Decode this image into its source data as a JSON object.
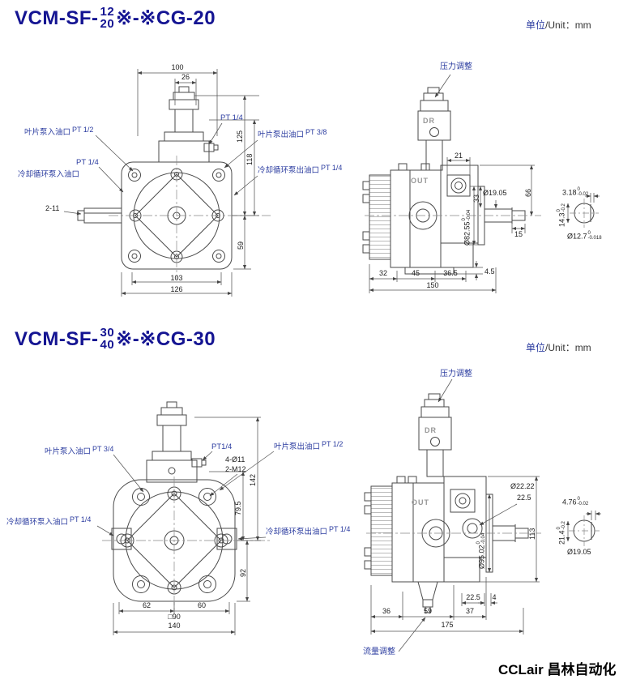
{
  "page": {
    "footer": "CCLair 昌林自动化"
  },
  "s1": {
    "title": {
      "prefix": "VCM-SF-",
      "frac_top": "12",
      "frac_bottom": "20",
      "suffix": "※-※CG-20"
    },
    "unit": {
      "zh": "单位",
      "rest": "/Unit：mm"
    },
    "front": {
      "pt14_valve": "PT 1/4",
      "inlet": "叶片泵入油口",
      "inlet_pt": "PT 1/2",
      "outlet": "叶片泵出油口",
      "outlet_pt": "PT 3/8",
      "cool_in": "冷却循环泵入油口",
      "cool_in_pt": "PT 1/4",
      "cool_out": "冷却循环泵出油口",
      "cool_out_pt": "PT 1/4",
      "holes": "2-11",
      "d100": "100",
      "d26": "26",
      "d125": "125",
      "d118": "118",
      "d59": "59",
      "d103": "103",
      "d126": "126"
    },
    "side": {
      "pressure_adjust": "压力调整",
      "dr": "DR",
      "out": "OUT",
      "d21": "21",
      "d66": "66",
      "d33": "33",
      "shaft_dia": "Ø19.05",
      "spigot_dia": "Ø82.55",
      "spigot_tol": "0\n-0.04",
      "d15": "15",
      "d4_5": "4.5",
      "d32": "32",
      "d45": "45",
      "d36_5": "36.5",
      "d150": "150"
    },
    "shaft_detail": {
      "key_w": "3.18",
      "key_w_tol": "0\n-0.02",
      "key_h": "14.3",
      "key_h_tol": "0\n-0.2",
      "dia": "Ø12.7",
      "dia_tol": "0\n-0.018"
    }
  },
  "s2": {
    "title": {
      "prefix": "VCM-SF-",
      "frac_top": "30",
      "frac_bottom": "40",
      "suffix": "※-※CG-30"
    },
    "unit": {
      "zh": "单位",
      "rest": "/Unit：mm"
    },
    "front": {
      "pt14_valve": "PT1/4",
      "inlet": "叶片泵入油口",
      "inlet_pt": "PT 3/4",
      "outlet": "叶片泵出油口",
      "outlet_pt": "PT 1/2",
      "cool_in": "冷却循环泵入油口",
      "cool_in_pt": "PT 1/4",
      "cool_out": "冷却循环泵出油口",
      "cool_out_pt": "PT 1/4",
      "holes1": "4-Ø11",
      "holes2": "2-M12",
      "d142": "142",
      "d79_5": "79.5",
      "d92": "92",
      "d62": "62",
      "d60": "60",
      "sq90": "□90",
      "d140": "140"
    },
    "side": {
      "pressure_adjust": "压力调整",
      "flow_adjust": "流量调整",
      "dr": "DR",
      "out": "OUT",
      "port_dia": "Ø22.22",
      "d22_5": "22.5",
      "spigot_dia": "Ø95.02",
      "spigot_tol": "0\n-0.04",
      "d113": "113",
      "d22_5b": "22.5",
      "d4": "4",
      "d36": "36",
      "d59": "59",
      "d37": "37",
      "d175": "175"
    },
    "shaft_detail": {
      "key_w": "4.76",
      "key_w_tol": "0\n-0.02",
      "key_h": "21.4",
      "key_h_tol": "0\n-0.2",
      "dia": "Ø19.05"
    }
  }
}
